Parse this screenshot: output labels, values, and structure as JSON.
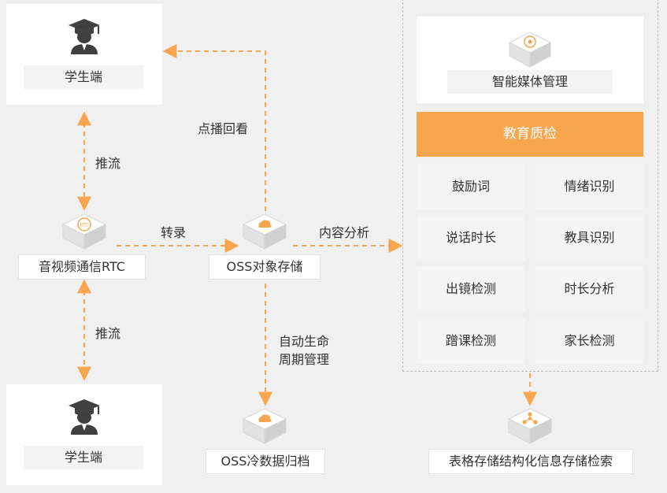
{
  "student_top": {
    "label": "学生端"
  },
  "student_bottom": {
    "label": "学生端"
  },
  "rtc": {
    "label": "音视频通信RTC",
    "icon_text": "RTC"
  },
  "oss": {
    "label": "OSS对象存储"
  },
  "oss_cold": {
    "label": "OSS冷数据归档"
  },
  "media": {
    "label": "智能媒体管理"
  },
  "table_store": {
    "label": "表格存储结构化信息存储检索"
  },
  "edges": {
    "push_top": "推流",
    "push_bottom": "推流",
    "record": "转录",
    "vod_playback": "点播回看",
    "content_analysis": "内容分析",
    "lifecycle_line1": "自动生命",
    "lifecycle_line2": "周期管理"
  },
  "education": {
    "title": "教育质检",
    "items": [
      "鼓励词",
      "情绪识别",
      "说话时长",
      "教具识别",
      "出镜检测",
      "时长分析",
      "蹭课检测",
      "家长检测"
    ]
  },
  "colors": {
    "accent": "#f7a650",
    "arrow": "#f7a650",
    "banner_text": "#ffffff"
  },
  "icons": {
    "student": "graduate-student-icon",
    "rtc": "rtc-cube-icon",
    "oss": "cloud-cube-icon",
    "media": "media-cube-icon",
    "table": "share-network-cube-icon"
  }
}
